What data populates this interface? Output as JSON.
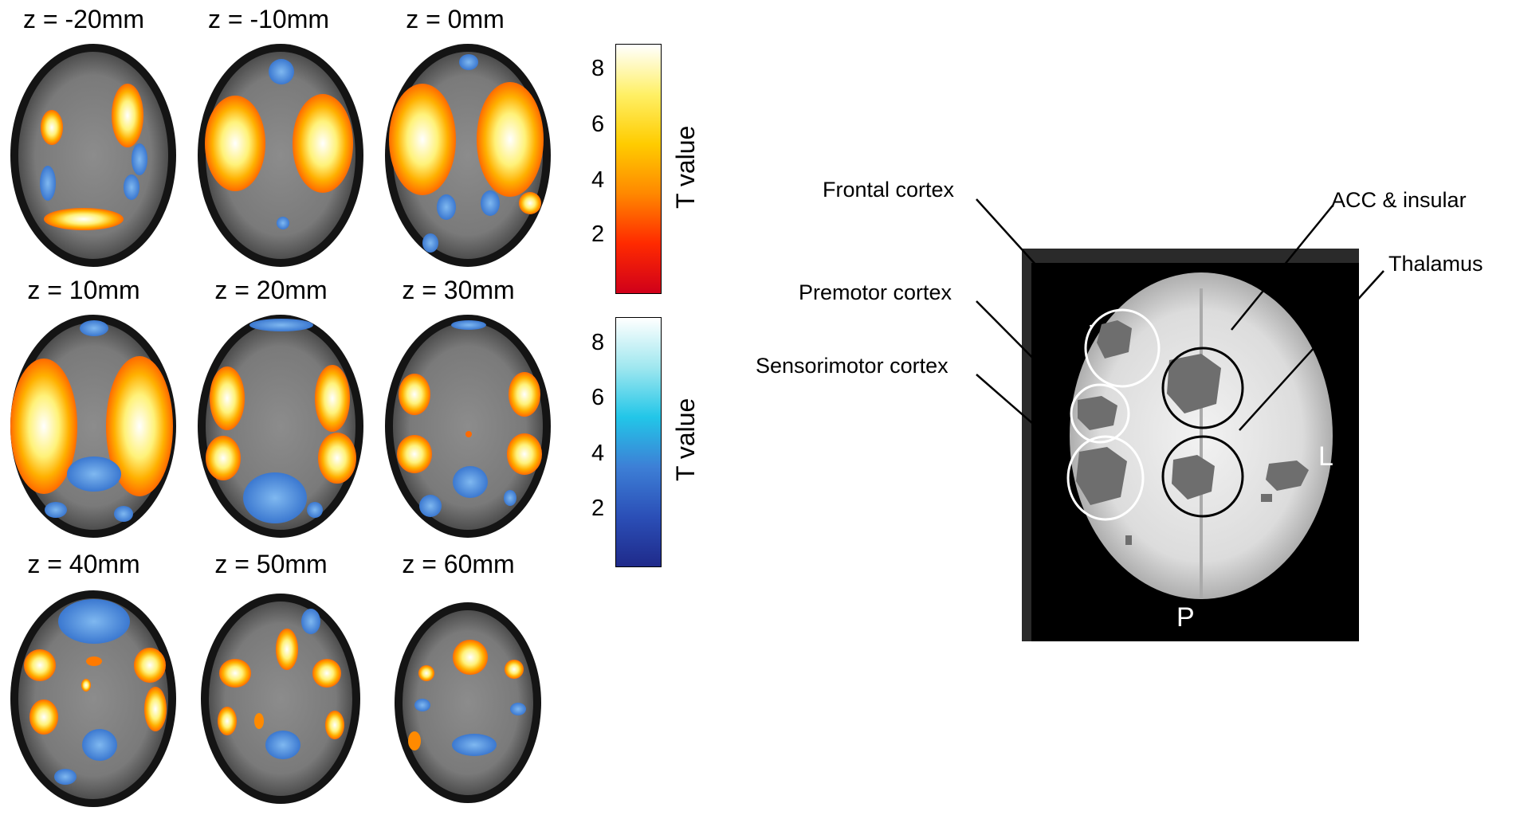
{
  "left_panel": {
    "slices": [
      {
        "label": "z = -20mm"
      },
      {
        "label": "z = -10mm"
      },
      {
        "label": "z = 0mm"
      },
      {
        "label": "z = 10mm"
      },
      {
        "label": "z = 20mm"
      },
      {
        "label": "z = 30mm"
      },
      {
        "label": "z = 40mm"
      },
      {
        "label": "z = 50mm"
      },
      {
        "label": "z = 60mm"
      }
    ],
    "colorbar_warm": {
      "title": "T value",
      "ticks": [
        "8",
        "6",
        "4",
        "2"
      ],
      "colors": [
        "#ffffff",
        "#fff066",
        "#ffcc00",
        "#ff8800",
        "#ff2a00",
        "#d0001a"
      ]
    },
    "colorbar_cool": {
      "title": "T value",
      "ticks": [
        "8",
        "6",
        "4",
        "2"
      ],
      "colors": [
        "#ffffff",
        "#9fe7ef",
        "#22c6e8",
        "#3d7fd6",
        "#2b4fb7",
        "#1f2a8a"
      ]
    }
  },
  "right_panel": {
    "labels": {
      "frontal": "Frontal cortex",
      "premotor": "Premotor cortex",
      "sensorimotor": "Sensorimotor cortex",
      "acc": "ACC & insular",
      "thalamus": "Thalamus"
    },
    "directions": {
      "left": "L",
      "posterior": "P"
    }
  }
}
